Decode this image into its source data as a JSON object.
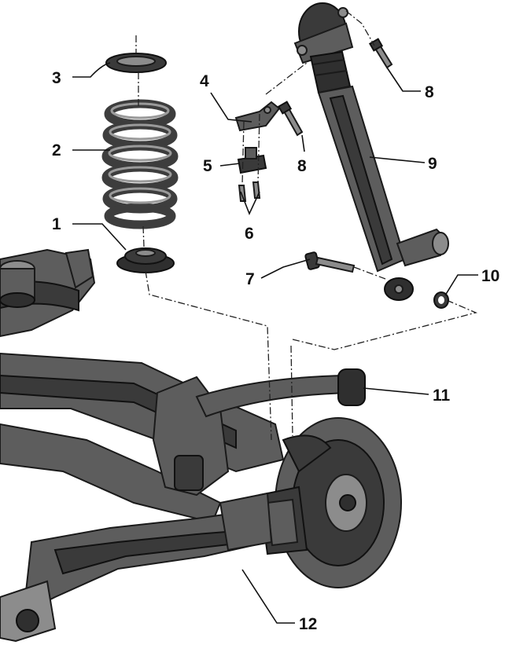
{
  "callouts": [
    {
      "id": "1",
      "label": "1"
    },
    {
      "id": "2",
      "label": "2"
    },
    {
      "id": "3",
      "label": "3"
    },
    {
      "id": "4",
      "label": "4"
    },
    {
      "id": "5",
      "label": "5"
    },
    {
      "id": "6",
      "label": "6"
    },
    {
      "id": "7",
      "label": "7"
    },
    {
      "id": "8a",
      "label": "8"
    },
    {
      "id": "8b",
      "label": "8"
    },
    {
      "id": "9",
      "label": "9"
    },
    {
      "id": "10",
      "label": "10"
    },
    {
      "id": "11",
      "label": "11"
    },
    {
      "id": "12",
      "label": "12"
    }
  ],
  "colors": {
    "background": "#ffffff",
    "ink": "#111111",
    "metal": "#5d5d5d"
  }
}
